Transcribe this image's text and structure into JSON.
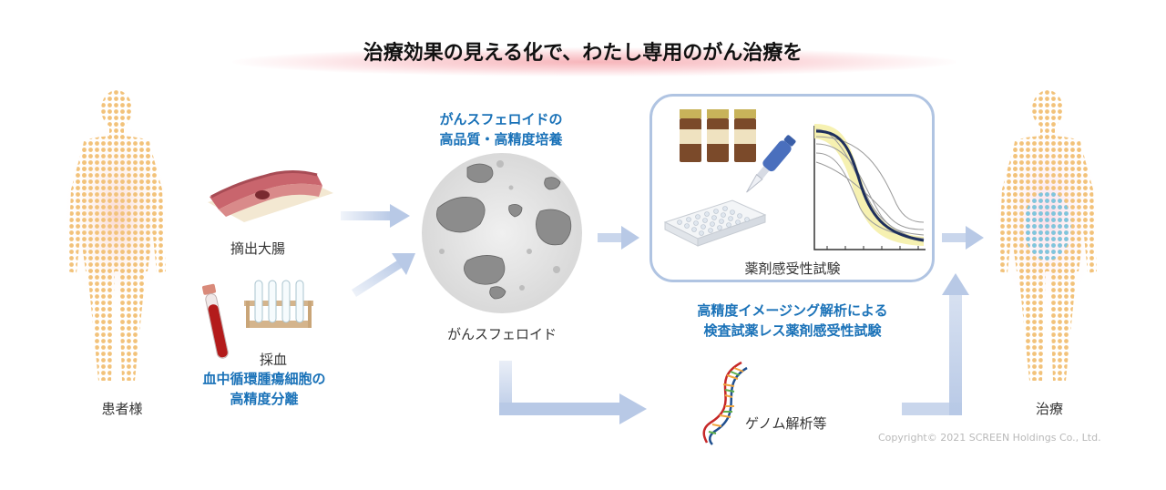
{
  "title": "治療効果の見える化で、わたし専用のがん治療を",
  "patient_label": "患者様",
  "treatment_label": "治療",
  "colon_label": "摘出大腸",
  "blood_label": "採血",
  "ctc_label": [
    "血中循環腫瘍細胞の",
    "高精度分離"
  ],
  "spheroid_heading": [
    "がんスフェロイドの",
    "高品質・高精度培養"
  ],
  "spheroid_label": "がんスフェロイド",
  "drug_test_label": "薬剤感受性試験",
  "imaging_heading": [
    "高精度イメージング解析による",
    "検査試薬レス薬剤感受性試験"
  ],
  "genome_label": "ゲノム解析等",
  "copyright": "Copyright© 2021 SCREEN Holdings Co., Ltd.",
  "colors": {
    "accent_blue": "#1a72b8",
    "arrow": "#b8c9e6",
    "panel_border": "#b0c4e2",
    "body_dots": "#f2c27a",
    "treated_dots": "#7ec5e0"
  }
}
